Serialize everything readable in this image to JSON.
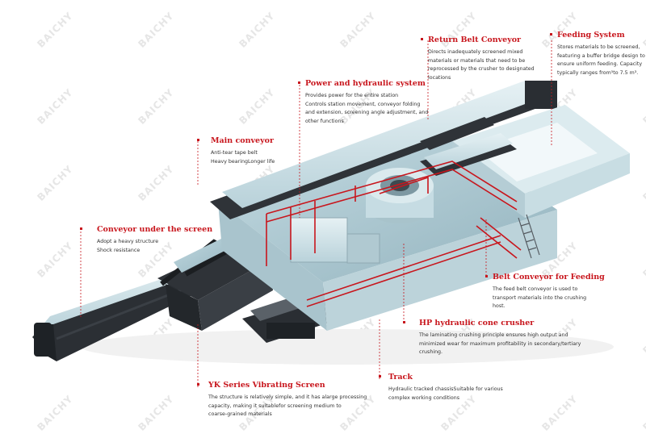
{
  "watermark": "BAICHY",
  "callouts": {
    "return_belt": {
      "title": "Return Belt Conveyor",
      "lines": [
        "Directs inadequately screened mixed",
        "materials or materials that need to be",
        "reprocessed by the crusher to designated",
        "locations"
      ]
    },
    "feeding_system": {
      "title": "Feeding System",
      "lines": [
        "Stores materials to be screened,",
        "featuring a buffer bridge design to",
        "ensure uniform feeding. Capacity",
        "typically ranges from⁵to 7.5 m³."
      ]
    },
    "power_hydraulic": {
      "title": "Power and hydraulic system",
      "lines": [
        "Provides power for the entire station",
        "Controls station movement, conveyor folding",
        "and extension, screening angle adjustment, and",
        "other functions"
      ]
    },
    "main_conveyor": {
      "title": "Main conveyor",
      "lines": [
        "Anti-tear tape belt",
        "Heavy bearingLonger life"
      ]
    },
    "under_screen": {
      "title": "Conveyor under the screen",
      "lines": [
        "Adopt a heavy structure",
        "Shock resistance"
      ]
    },
    "belt_feeding": {
      "title": "Belt Conveyor for Feeding",
      "lines": [
        "The feed belt conveyor is used to",
        "transport materials into the crushing",
        "host."
      ]
    },
    "cone_crusher": {
      "title": "HP hydraulic cone crusher",
      "lines": [
        "The laminating crushing principle ensures high output and",
        "minimized wear for maximum profitability in secondary/tertiary",
        "crushing."
      ]
    },
    "track": {
      "title": "Track",
      "lines": [
        "Hydraulic tracked chassisSuitable for various",
        "complex working conditions"
      ]
    },
    "vibrating_screen": {
      "title": "YK Series Vibrating Screen",
      "lines": [
        "The structure is relatively simple, and it has alarge processing",
        "capacity, making it suitablefor screening medium to",
        "coarse-grained materials"
      ]
    }
  },
  "colors": {
    "accent": "#c8161d",
    "body_blue": "#d4e6ec",
    "body_shade": "#a9c4cd",
    "dark_frame": "#2f3338",
    "belt": "#1e2226",
    "rail_red": "#c8161d"
  }
}
